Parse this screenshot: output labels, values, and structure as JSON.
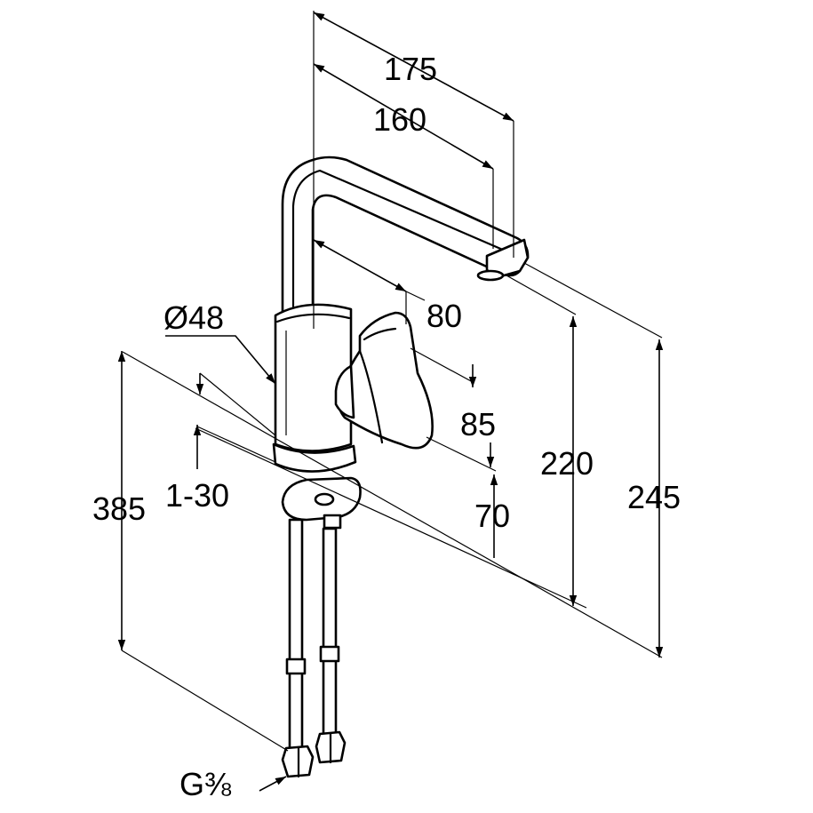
{
  "dimensions": {
    "overall_reach": "175",
    "spout_reach": "160",
    "spout_height_offset": "80",
    "body_diameter": "Ø48",
    "handle_height": "85",
    "spout_height": "220",
    "overall_height": "245",
    "hose_length": "385",
    "deck_thickness": "1-30",
    "base_height": "70",
    "connection_thread": "G⅜"
  }
}
